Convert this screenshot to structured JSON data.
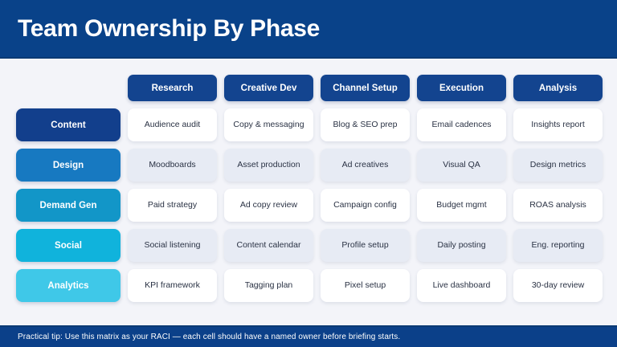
{
  "header": {
    "title": "Team Ownership By Phase",
    "bg_color": "#094289"
  },
  "footer": {
    "text": "Practical tip: Use this matrix as your RACI — each cell should have a named owner before briefing starts.",
    "bg_color": "#0b4089"
  },
  "matrix": {
    "columns": [
      {
        "label": "Research"
      },
      {
        "label": "Creative Dev"
      },
      {
        "label": "Channel Setup"
      },
      {
        "label": "Execution"
      },
      {
        "label": "Analysis"
      }
    ],
    "rows": [
      {
        "label": "Content",
        "color": "#123f8c",
        "cells": [
          "Audience audit",
          "Copy & messaging",
          "Blog & SEO prep",
          "Email cadences",
          "Insights report"
        ]
      },
      {
        "label": "Design",
        "color": "#1779c1",
        "cells": [
          "Moodboards",
          "Asset production",
          "Ad creatives",
          "Visual QA",
          "Design metrics"
        ]
      },
      {
        "label": "Demand Gen",
        "color": "#1296c8",
        "cells": [
          "Paid strategy",
          "Ad copy review",
          "Campaign config",
          "Budget mgmt",
          "ROAS analysis"
        ]
      },
      {
        "label": "Social",
        "color": "#10b3dc",
        "cells": [
          "Social listening",
          "Content calendar",
          "Profile setup",
          "Daily posting",
          "Eng. reporting"
        ]
      },
      {
        "label": "Analytics",
        "color": "#3fc8e8",
        "cells": [
          "KPI framework",
          "Tagging plan",
          "Pixel setup",
          "Live dashboard",
          "30-day review"
        ]
      }
    ],
    "column_header_color": "#13448f",
    "cell_color_odd": "#ffffff",
    "cell_color_even": "#e7ebf4"
  }
}
